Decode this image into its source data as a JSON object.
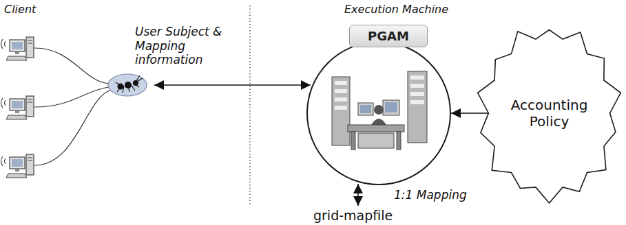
{
  "diagram": {
    "nodes": [
      {
        "text": [
          "PGAM"
        ]
      },
      {
        "text": [
          "Accounting Policy"
        ]
      }
    ],
    "edges": [
      {
        "from": 1,
        "to": 0,
        "arrow": "to"
      }
    ],
    "labels": [
      "Client",
      "User Subject & Mapping information",
      "Execution Machine",
      "1:1 Mapping",
      "grid-mapfile"
    ]
  }
}
